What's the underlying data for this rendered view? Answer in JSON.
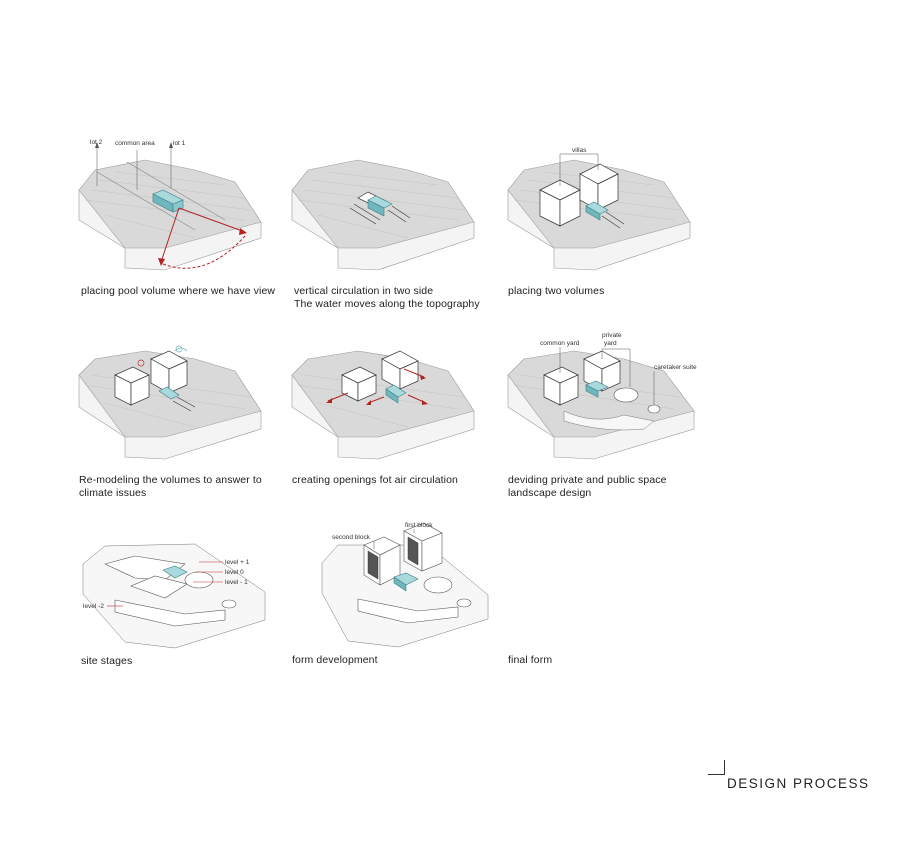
{
  "panels": [
    {
      "id": "p1",
      "caption": [
        "placing pool volume  where we have view"
      ],
      "labels": {
        "lot2": "lot 2",
        "common": "common area",
        "lot1": "lot 1"
      }
    },
    {
      "id": "p2",
      "caption": [
        "vertical circulation in two side",
        "The water moves along the topography"
      ]
    },
    {
      "id": "p3",
      "caption": [
        "placing two volumes"
      ],
      "labels": {
        "villas": "villas"
      }
    },
    {
      "id": "p4",
      "caption": [
        "Re-modeling the volumes to answer to",
        "climate issues"
      ]
    },
    {
      "id": "p5",
      "caption": [
        "creating openings fot air circulation"
      ]
    },
    {
      "id": "p6",
      "caption": [
        "deviding private and public space",
        "landscape design"
      ],
      "labels": {
        "common_yard": "common yard",
        "private_yard_1": "private",
        "private_yard_2": "yard",
        "caretaker": "caretaker suite"
      }
    },
    {
      "id": "p7",
      "caption": [
        "site stages"
      ],
      "labels": {
        "level_p1": "level + 1",
        "level_0": "level 0",
        "level_m1": "level - 1",
        "level_m2": "level -2"
      }
    },
    {
      "id": "p8",
      "caption": [
        "form development"
      ],
      "labels": {
        "second_block": "second block",
        "first_block": "first block"
      }
    },
    {
      "id": "p9",
      "caption": [
        "final form"
      ]
    }
  ],
  "title": "DESIGN PROCESS",
  "colors": {
    "pool": "#a9d9dd",
    "arrow": "#b32222",
    "terrain": "#d9d9d9"
  }
}
